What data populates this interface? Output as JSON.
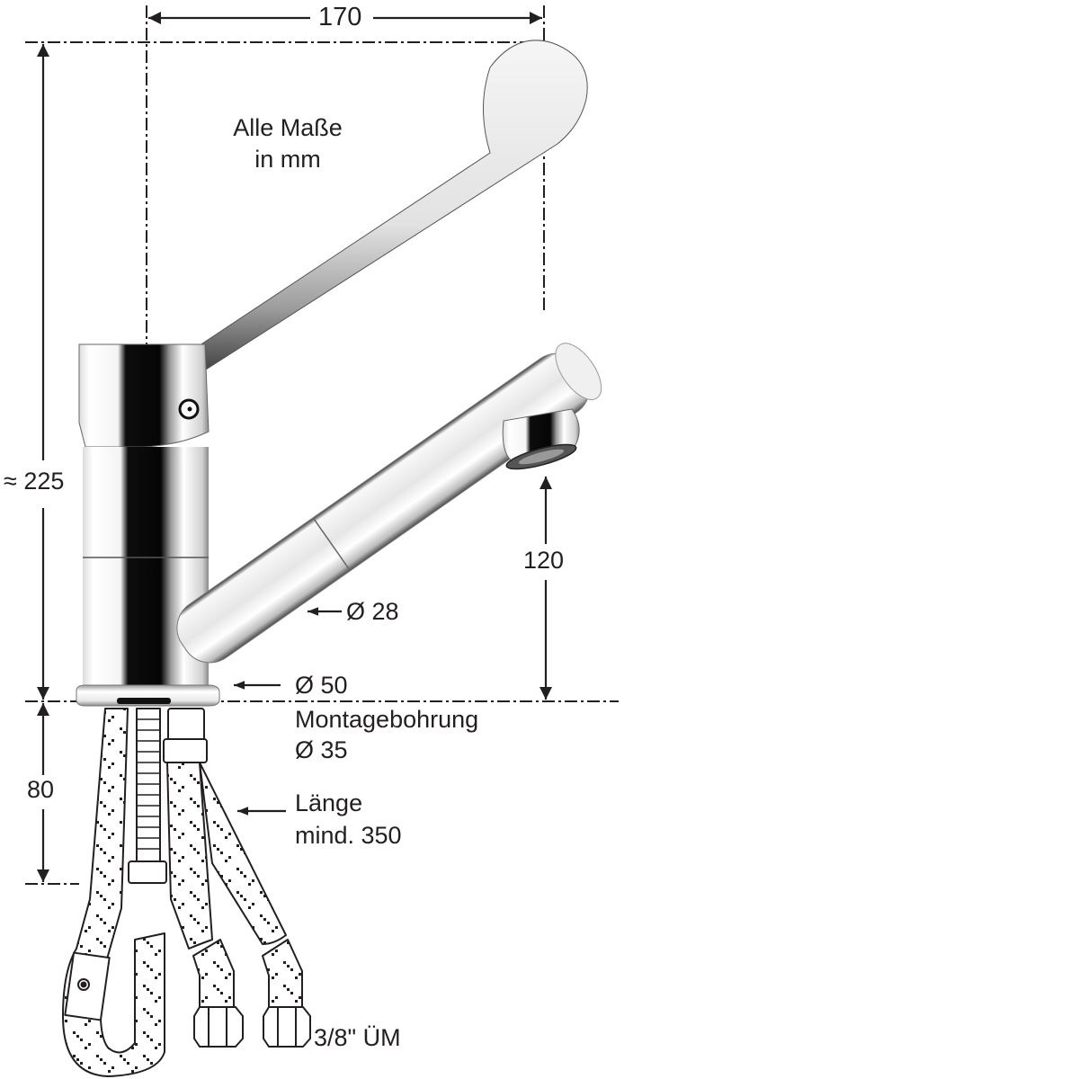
{
  "diagram": {
    "type": "technical dimension drawing",
    "subject": "single-lever mixer faucet with long clinic lever, pull-out spout and flexible connection hoses",
    "note": {
      "line1": "Alle Maße",
      "line2": "in mm"
    },
    "dimensions": {
      "lever_reach": {
        "value": "170",
        "orientation": "horizontal"
      },
      "total_height": {
        "value": "≈ 225",
        "orientation": "vertical"
      },
      "spout_height": {
        "value": "120",
        "orientation": "vertical"
      },
      "shank_length": {
        "value": "80",
        "orientation": "vertical"
      },
      "spout_diameter": {
        "value": "Ø 28"
      },
      "base_diameter": {
        "value": "Ø 50"
      },
      "mounting_hole": {
        "label": "Montagebohrung",
        "value": "Ø 35"
      },
      "hose_length": {
        "label": "Länge",
        "value": "mind. 350"
      },
      "connection": {
        "value": "3/8\" ÜM"
      }
    },
    "colors": {
      "line": "#231f20",
      "chrome_light": "#f2f2f2",
      "chrome_mid": "#c8c8c8",
      "chrome_dark": "#111111",
      "background": "#ffffff"
    }
  }
}
